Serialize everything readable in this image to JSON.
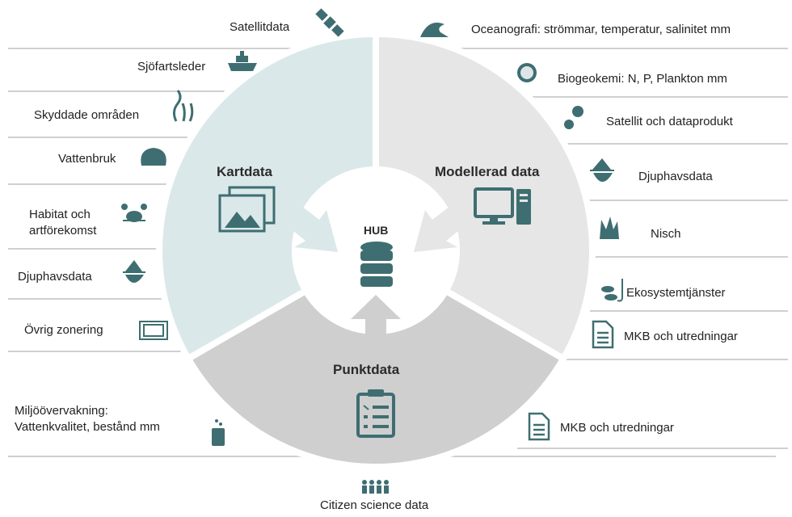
{
  "hub": {
    "title": "HUB"
  },
  "segments": {
    "kartdata": "Kartdata",
    "modellerad": "Modellerad data",
    "punktdata": "Punktdata"
  },
  "left_items": [
    {
      "label": "Satellitdata",
      "icon": "satellite-icon"
    },
    {
      "label": "Sjöfartsleder",
      "icon": "ship-icon"
    },
    {
      "label": "Skyddade områden",
      "icon": "seaweed-icon"
    },
    {
      "label": "Vattenbruk",
      "icon": "shell-icon"
    },
    {
      "label": "Habitat och\nartförekomst",
      "icon": "crab-icon"
    },
    {
      "label": "Djuphavsdata",
      "icon": "iceberg-icon"
    },
    {
      "label": "Övrig zonering",
      "icon": "map-icon"
    },
    {
      "label": "Miljöövervakning:\nVattenkvalitet, bestånd mm",
      "icon": "beaker-icon"
    }
  ],
  "right_items": [
    {
      "label": "Oceanografi: strömmar, temperatur, salinitet mm",
      "icon": "wave-icon"
    },
    {
      "label": "Biogeokemi: N, P, Plankton mm",
      "icon": "plankton-icon"
    },
    {
      "label": "Satellit och dataprodukt",
      "icon": "gears-icon"
    },
    {
      "label": "Djuphavsdata",
      "icon": "iceberg-icon"
    },
    {
      "label": "Nisch",
      "icon": "coral-icon"
    },
    {
      "label": "Ekosystemtjänster",
      "icon": "fish-hook-icon"
    },
    {
      "label": "MKB och utredningar",
      "icon": "document-icon"
    },
    {
      "label": "MKB och utredningar",
      "icon": "document-icon"
    }
  ],
  "bottom_item": {
    "label": "Citizen science data",
    "icon": "people-icon"
  },
  "colors": {
    "kartdata": "#dbe8ea",
    "modellerad": "#e6e6e6",
    "punktdata": "#cfcfcf",
    "icon": "#3e6e71",
    "line": "#cccccc"
  }
}
